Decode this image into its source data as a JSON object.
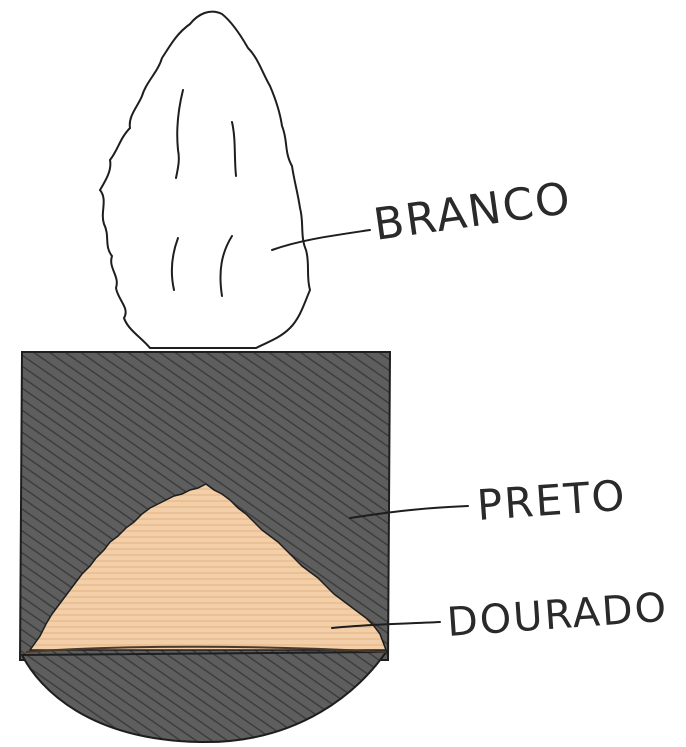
{
  "labels": {
    "white_part": "BRANCO",
    "black_part": "PRETO",
    "gold_part": "DOURADO"
  },
  "colors": {
    "paper": "#ffffff",
    "ink": "#1e1e1e",
    "black_fill": "#5a5a5a",
    "black_fill_dark": "#444444",
    "gold_fill": "#f0c9a0",
    "gold_fill_light": "#f7dcc0",
    "white_fill": "#ffffff"
  }
}
